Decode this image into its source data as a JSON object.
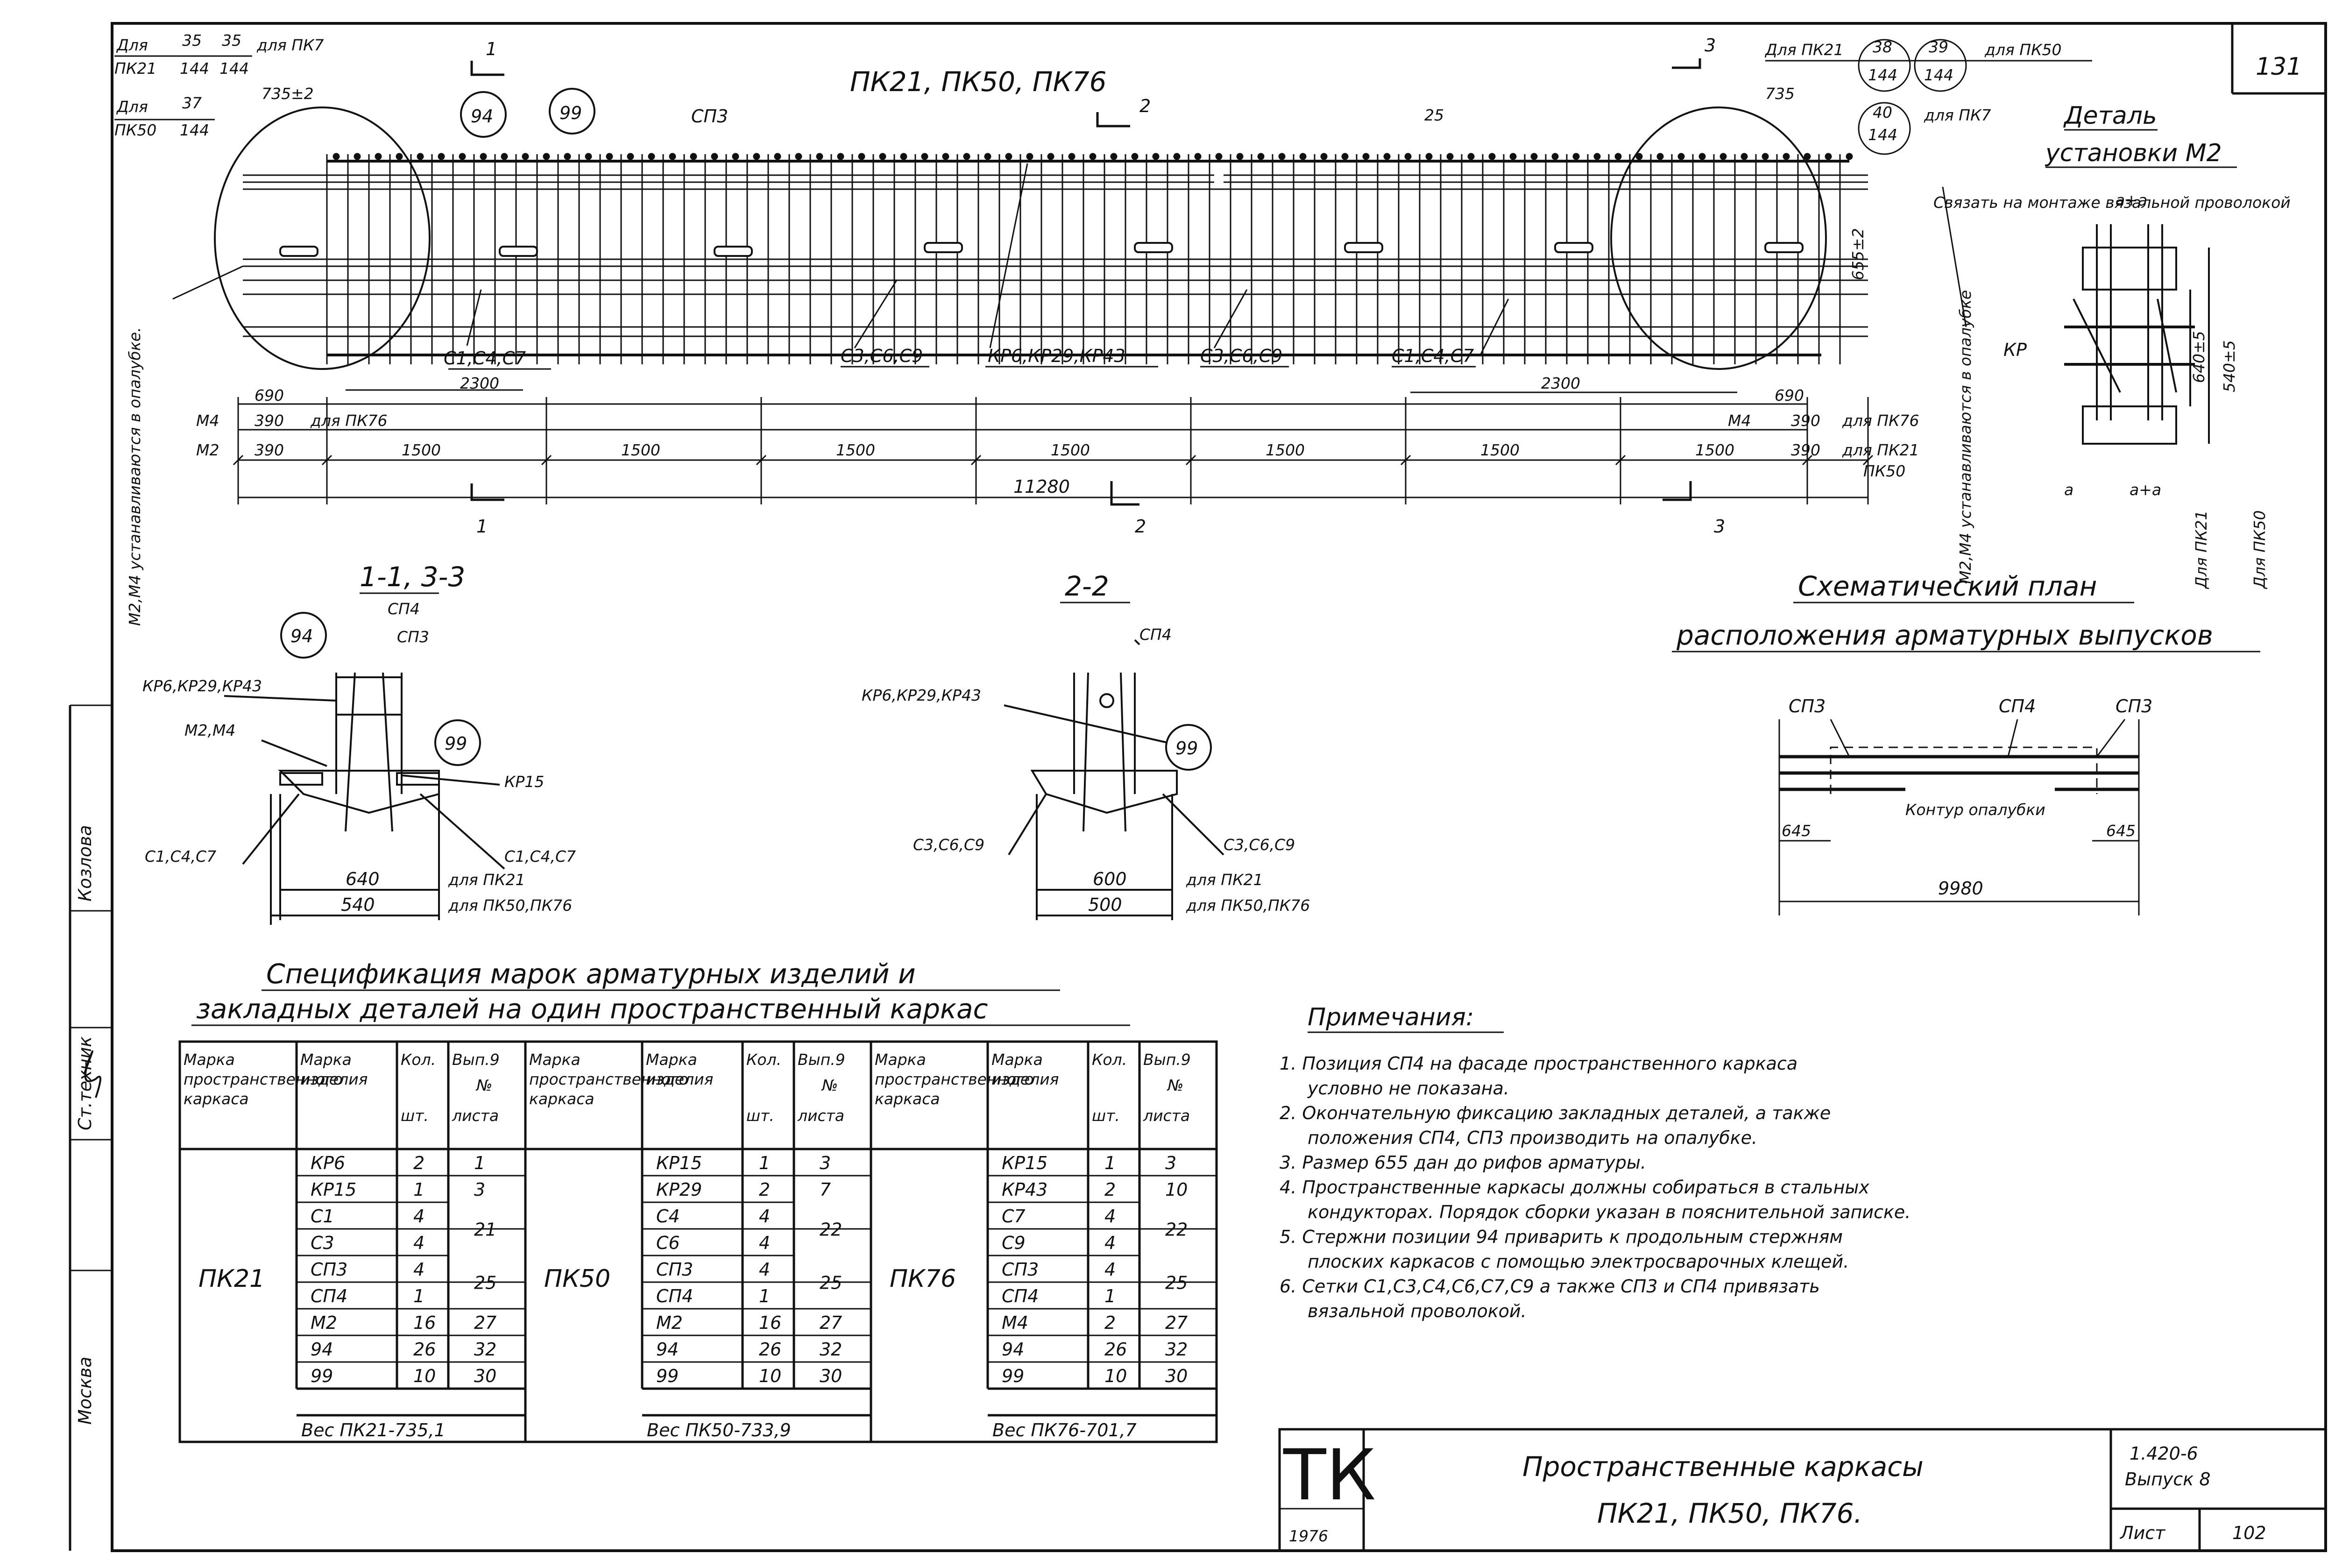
{
  "sheet_no": "131",
  "main_view": {
    "title": "ПК21, ПК50, ПК76",
    "section_marks": [
      "1",
      "2",
      "3"
    ],
    "top_left": {
      "for1": "Для",
      "for1_pk": "ПК21",
      "b35": "35",
      "b35b": "35",
      "n144a": "144",
      "n144b": "144",
      "for_pk76": "для ПК7",
      "for2": "Для",
      "for2_pk": "ПК50",
      "b37": "37",
      "n144c": "144"
    },
    "top_right": {
      "for_pk21": "Для ПК21",
      "b38": "38",
      "n144d": "144",
      "b39": "39",
      "n144e": "144",
      "for_pk50": "для ПК50",
      "b40": "40",
      "n144f": "144",
      "for_pk7": "для ПК7"
    },
    "dim_735_left": "735±2",
    "dim_735_right": "735",
    "dim_25": "25",
    "dim_655": "655±2",
    "callout_94": "94",
    "callout_99": "99",
    "sp3": "СП3",
    "label_c1": "С1,С4,С7",
    "label_c3": "С3,С6,С9",
    "label_kr": "КР6,КР29,КР43",
    "label_c3b": "С3,С6,С9",
    "label_c1b": "С1,С4,С7",
    "dim_2300_l": "2300",
    "dim_2300_r": "2300",
    "dim_690_l": "690",
    "dim_690_r": "690",
    "m4": "М4",
    "m2": "М2",
    "dim_390": "390",
    "for_pk76": "для ПК76",
    "for_pk21": "для ПК21",
    "pk50": "ПК50",
    "spans": [
      "1500",
      "1500",
      "1500",
      "1500",
      "1500",
      "1500",
      "1500"
    ],
    "total": "11280",
    "side_note_left": "М2,М4 устанавливаются в опалубке.",
    "side_note_right": "М2,М4 устанавливаются в опалубке"
  },
  "detail": {
    "title1": "Деталь",
    "title2": "установки М2",
    "note": "Связать на монтаже вязальной проволокой",
    "a_alpha": "а+а",
    "kr": "КР",
    "d640": "640±5",
    "d540": "540±5",
    "a": "а",
    "for_pk21": "Для ПК21",
    "for_pk50": "Для ПК50"
  },
  "section_11": {
    "title": "1-1, 3-3",
    "callout_94": "94",
    "callout_99": "99",
    "sp4": "СП4",
    "sp3": "СП3",
    "kr": "КР6,КР29,КР43",
    "m": "М2,М4",
    "kr15": "КР15",
    "c_left": "С1,С4,С7",
    "c_right": "С1,С4,С7",
    "d640": "640",
    "d540": "540",
    "for_pk21": "для ПК21",
    "for_pk50": "для ПК50,ПК76"
  },
  "section_22": {
    "title": "2-2",
    "sp4": "СП4",
    "kr": "КР6,КР29,КР43",
    "callout_99": "99",
    "c_left": "С3,С6,С9",
    "c_right": "С3,С6,С9",
    "d600": "600",
    "d500": "500",
    "for_pk21": "для ПК21",
    "for_pk50": "для ПК50,ПК76"
  },
  "schematic": {
    "title1": "Схематический план",
    "title2": "расположения арматурных выпусков",
    "sp3a": "СП3",
    "sp4": "СП4",
    "sp3b": "СП3",
    "contour": "Контур опалубки",
    "d645a": "645",
    "d645b": "645",
    "d9980": "9980"
  },
  "spec": {
    "title1": "Спецификация марок арматурных изделий и",
    "title2": "закладных деталей на один пространственный каркас",
    "headers": {
      "frame": "Марка пространственного каркаса",
      "item": "Марка изделия",
      "qty": "Кол.",
      "qty_unit": "шт.",
      "issue": "Вып.9",
      "no": "№",
      "sheet": "листа"
    },
    "groups": [
      {
        "frame": "ПК21",
        "rows": [
          {
            "item": "КР6",
            "qty": "2",
            "sheet": "1"
          },
          {
            "item": "КР15",
            "qty": "1",
            "sheet": "3"
          },
          {
            "item": "С1",
            "qty": "4",
            "sheet": "21"
          },
          {
            "item": "С3",
            "qty": "4",
            "sheet": ""
          },
          {
            "item": "СП3",
            "qty": "4",
            "sheet": "25"
          },
          {
            "item": "СП4",
            "qty": "1",
            "sheet": ""
          },
          {
            "item": "М2",
            "qty": "16",
            "sheet": "27"
          },
          {
            "item": "94",
            "qty": "26",
            "sheet": "32"
          },
          {
            "item": "99",
            "qty": "10",
            "sheet": "30"
          }
        ],
        "weight": "Вес ПК21-735,1"
      },
      {
        "frame": "ПК50",
        "rows": [
          {
            "item": "КР15",
            "qty": "1",
            "sheet": "3"
          },
          {
            "item": "КР29",
            "qty": "2",
            "sheet": "7"
          },
          {
            "item": "С4",
            "qty": "4",
            "sheet": "22"
          },
          {
            "item": "С6",
            "qty": "4",
            "sheet": ""
          },
          {
            "item": "СП3",
            "qty": "4",
            "sheet": "25"
          },
          {
            "item": "СП4",
            "qty": "1",
            "sheet": ""
          },
          {
            "item": "М2",
            "qty": "16",
            "sheet": "27"
          },
          {
            "item": "94",
            "qty": "26",
            "sheet": "32"
          },
          {
            "item": "99",
            "qty": "10",
            "sheet": "30"
          }
        ],
        "weight": "Вес ПК50-733,9"
      },
      {
        "frame": "ПК76",
        "rows": [
          {
            "item": "КР15",
            "qty": "1",
            "sheet": "3"
          },
          {
            "item": "КР43",
            "qty": "2",
            "sheet": "10"
          },
          {
            "item": "С7",
            "qty": "4",
            "sheet": "22"
          },
          {
            "item": "С9",
            "qty": "4",
            "sheet": ""
          },
          {
            "item": "СП3",
            "qty": "4",
            "sheet": "25"
          },
          {
            "item": "СП4",
            "qty": "1",
            "sheet": ""
          },
          {
            "item": "М4",
            "qty": "2",
            "sheet": "27"
          },
          {
            "item": "94",
            "qty": "26",
            "sheet": "32"
          },
          {
            "item": "99",
            "qty": "10",
            "sheet": "30"
          }
        ],
        "weight": "Вес ПК76-701,7"
      }
    ]
  },
  "notes": {
    "title": "Примечания:",
    "items": [
      "1. Позиция СП4 на фасаде пространственного каркаса",
      "условно не показана.",
      "2. Окончательную фиксацию закладных деталей, а также",
      "положения СП4, СП3 производить на опалубке.",
      "3. Размер 655 дан до рифов арматуры.",
      "4. Пространственные каркасы должны собираться в стальных",
      "кондукторах. Порядок сборки указан в пояснительной записке.",
      "5. Стержни позиции 94 приварить к продольным стержням",
      "плоских каркасов с помощью электросварочных клещей.",
      "6. Сетки С1,С3,С4,С6,С7,С9 а также СП3 и СП4 привязать",
      "вязальной проволокой."
    ]
  },
  "stamp": {
    "logo": "ТК",
    "year": "1976",
    "title1": "Пространственные каркасы",
    "title2": "ПК21, ПК50, ПК76.",
    "series": "1.420-6",
    "issue": "Выпуск 8",
    "sheet_label": "Лист",
    "sheet_no": "102"
  },
  "left_strip": {
    "kozlova": "Козлова",
    "tech": "Ст.техник",
    "moscow": "Москва"
  }
}
